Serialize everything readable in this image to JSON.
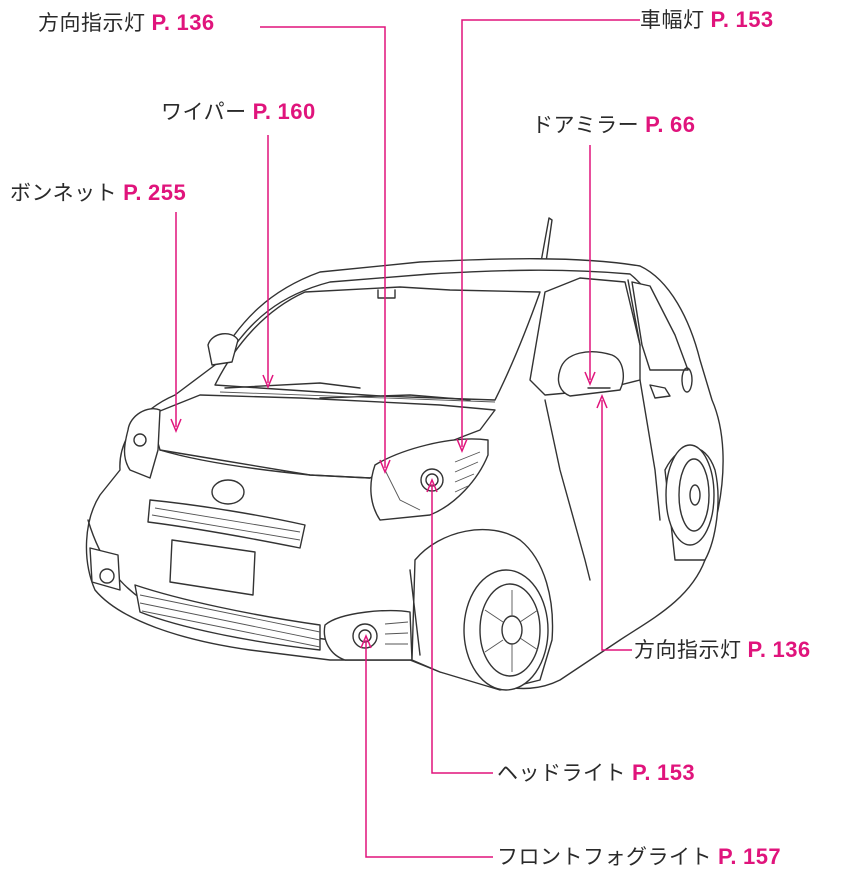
{
  "accent_color": "#e0147c",
  "callouts": {
    "turn_signal_top": {
      "name": "方向指示灯",
      "page_prefix": "P.",
      "page_number": "136"
    },
    "side_marker": {
      "name": "車幅灯",
      "page_prefix": "P.",
      "page_number": "153"
    },
    "wiper": {
      "name": "ワイパー",
      "page_prefix": "P.",
      "page_number": "160"
    },
    "door_mirror": {
      "name": "ドアミラー",
      "page_prefix": "P.",
      "page_number": "66"
    },
    "bonnet": {
      "name": "ボンネット",
      "page_prefix": "P.",
      "page_number": "255"
    },
    "turn_signal_side": {
      "name": "方向指示灯",
      "page_prefix": "P.",
      "page_number": "136"
    },
    "headlight": {
      "name": "ヘッドライト",
      "page_prefix": "P.",
      "page_number": "153"
    },
    "fog_light": {
      "name": "フロントフォグライト",
      "page_prefix": "P.",
      "page_number": "157"
    }
  }
}
